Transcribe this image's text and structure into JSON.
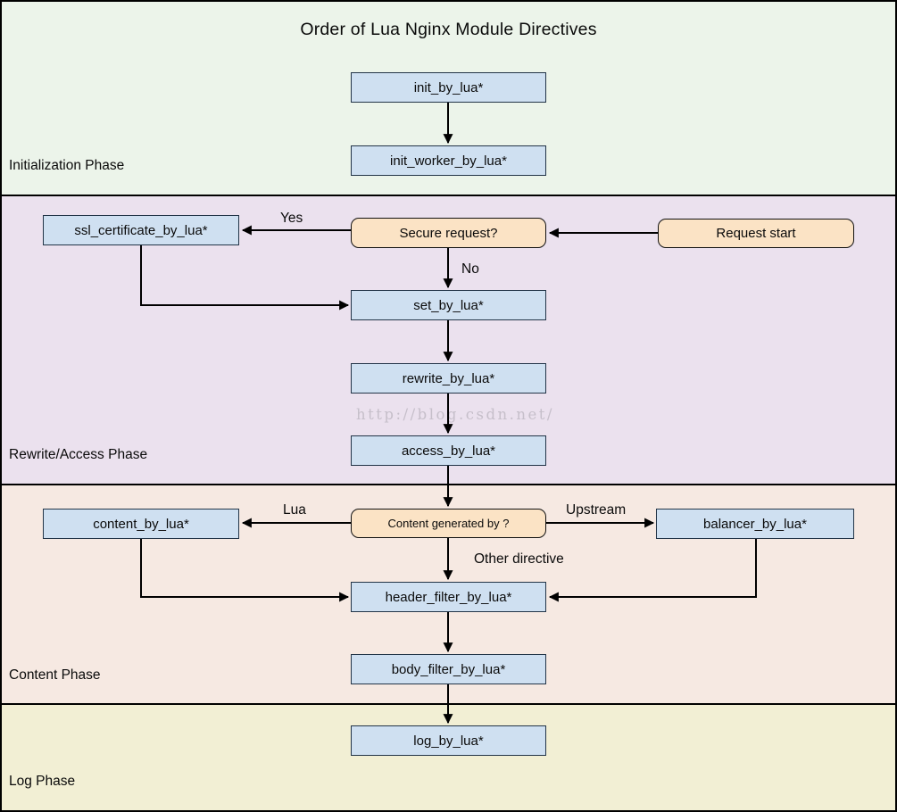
{
  "title": "Order of Lua Nginx Module Directives",
  "watermark": "http://blog.csdn.net/",
  "colors": {
    "phase_init_bg": "#ecf4ea",
    "phase_rewrite_bg": "#ebe1ee",
    "phase_content_bg": "#f6e9e2",
    "phase_log_bg": "#f2efd4",
    "process_fill": "#cfe0f1",
    "process_border": "#223447",
    "decision_fill": "#fbe3c5",
    "decision_border": "#111111",
    "line": "#000000"
  },
  "phases": [
    {
      "label": "Initialization Phase"
    },
    {
      "label": "Rewrite/Access Phase"
    },
    {
      "label": "Content Phase"
    },
    {
      "label": "Log Phase"
    }
  ],
  "diagram": {
    "nodes": {
      "init_by_lua": {
        "label": "init_by_lua*",
        "type": "process"
      },
      "init_worker_by_lua": {
        "label": "init_worker_by_lua*",
        "type": "process"
      },
      "ssl_certificate_by_lua": {
        "label": "ssl_certificate_by_lua*",
        "type": "process"
      },
      "secure_request": {
        "label": "Secure request?",
        "type": "decision"
      },
      "request_start": {
        "label": "Request start",
        "type": "decision"
      },
      "set_by_lua": {
        "label": "set_by_lua*",
        "type": "process"
      },
      "rewrite_by_lua": {
        "label": "rewrite_by_lua*",
        "type": "process"
      },
      "access_by_lua": {
        "label": "access_by_lua*",
        "type": "process"
      },
      "content_by_lua": {
        "label": "content_by_lua*",
        "type": "process"
      },
      "content_generated_by": {
        "label": "Content generated by ?",
        "type": "decision"
      },
      "balancer_by_lua": {
        "label": "balancer_by_lua*",
        "type": "process"
      },
      "header_filter_by_lua": {
        "label": "header_filter_by_lua*",
        "type": "process"
      },
      "body_filter_by_lua": {
        "label": "body_filter_by_lua*",
        "type": "process"
      },
      "log_by_lua": {
        "label": "log_by_lua*",
        "type": "process"
      }
    },
    "edge_labels": {
      "yes": "Yes",
      "no": "No",
      "lua": "Lua",
      "upstream": "Upstream",
      "other_directive": "Other directive"
    },
    "edges": [
      {
        "from": "init_by_lua",
        "to": "init_worker_by_lua",
        "label": ""
      },
      {
        "from": "request_start",
        "to": "secure_request",
        "label": ""
      },
      {
        "from": "secure_request",
        "to": "ssl_certificate_by_lua",
        "label": "Yes"
      },
      {
        "from": "secure_request",
        "to": "set_by_lua",
        "label": "No"
      },
      {
        "from": "ssl_certificate_by_lua",
        "to": "set_by_lua",
        "label": ""
      },
      {
        "from": "set_by_lua",
        "to": "rewrite_by_lua",
        "label": ""
      },
      {
        "from": "rewrite_by_lua",
        "to": "access_by_lua",
        "label": ""
      },
      {
        "from": "access_by_lua",
        "to": "content_generated_by",
        "label": ""
      },
      {
        "from": "content_generated_by",
        "to": "content_by_lua",
        "label": "Lua"
      },
      {
        "from": "content_generated_by",
        "to": "balancer_by_lua",
        "label": "Upstream"
      },
      {
        "from": "content_generated_by",
        "to": "header_filter_by_lua",
        "label": "Other directive"
      },
      {
        "from": "content_by_lua",
        "to": "header_filter_by_lua",
        "label": ""
      },
      {
        "from": "balancer_by_lua",
        "to": "header_filter_by_lua",
        "label": ""
      },
      {
        "from": "header_filter_by_lua",
        "to": "body_filter_by_lua",
        "label": ""
      },
      {
        "from": "body_filter_by_lua",
        "to": "log_by_lua",
        "label": ""
      }
    ]
  }
}
